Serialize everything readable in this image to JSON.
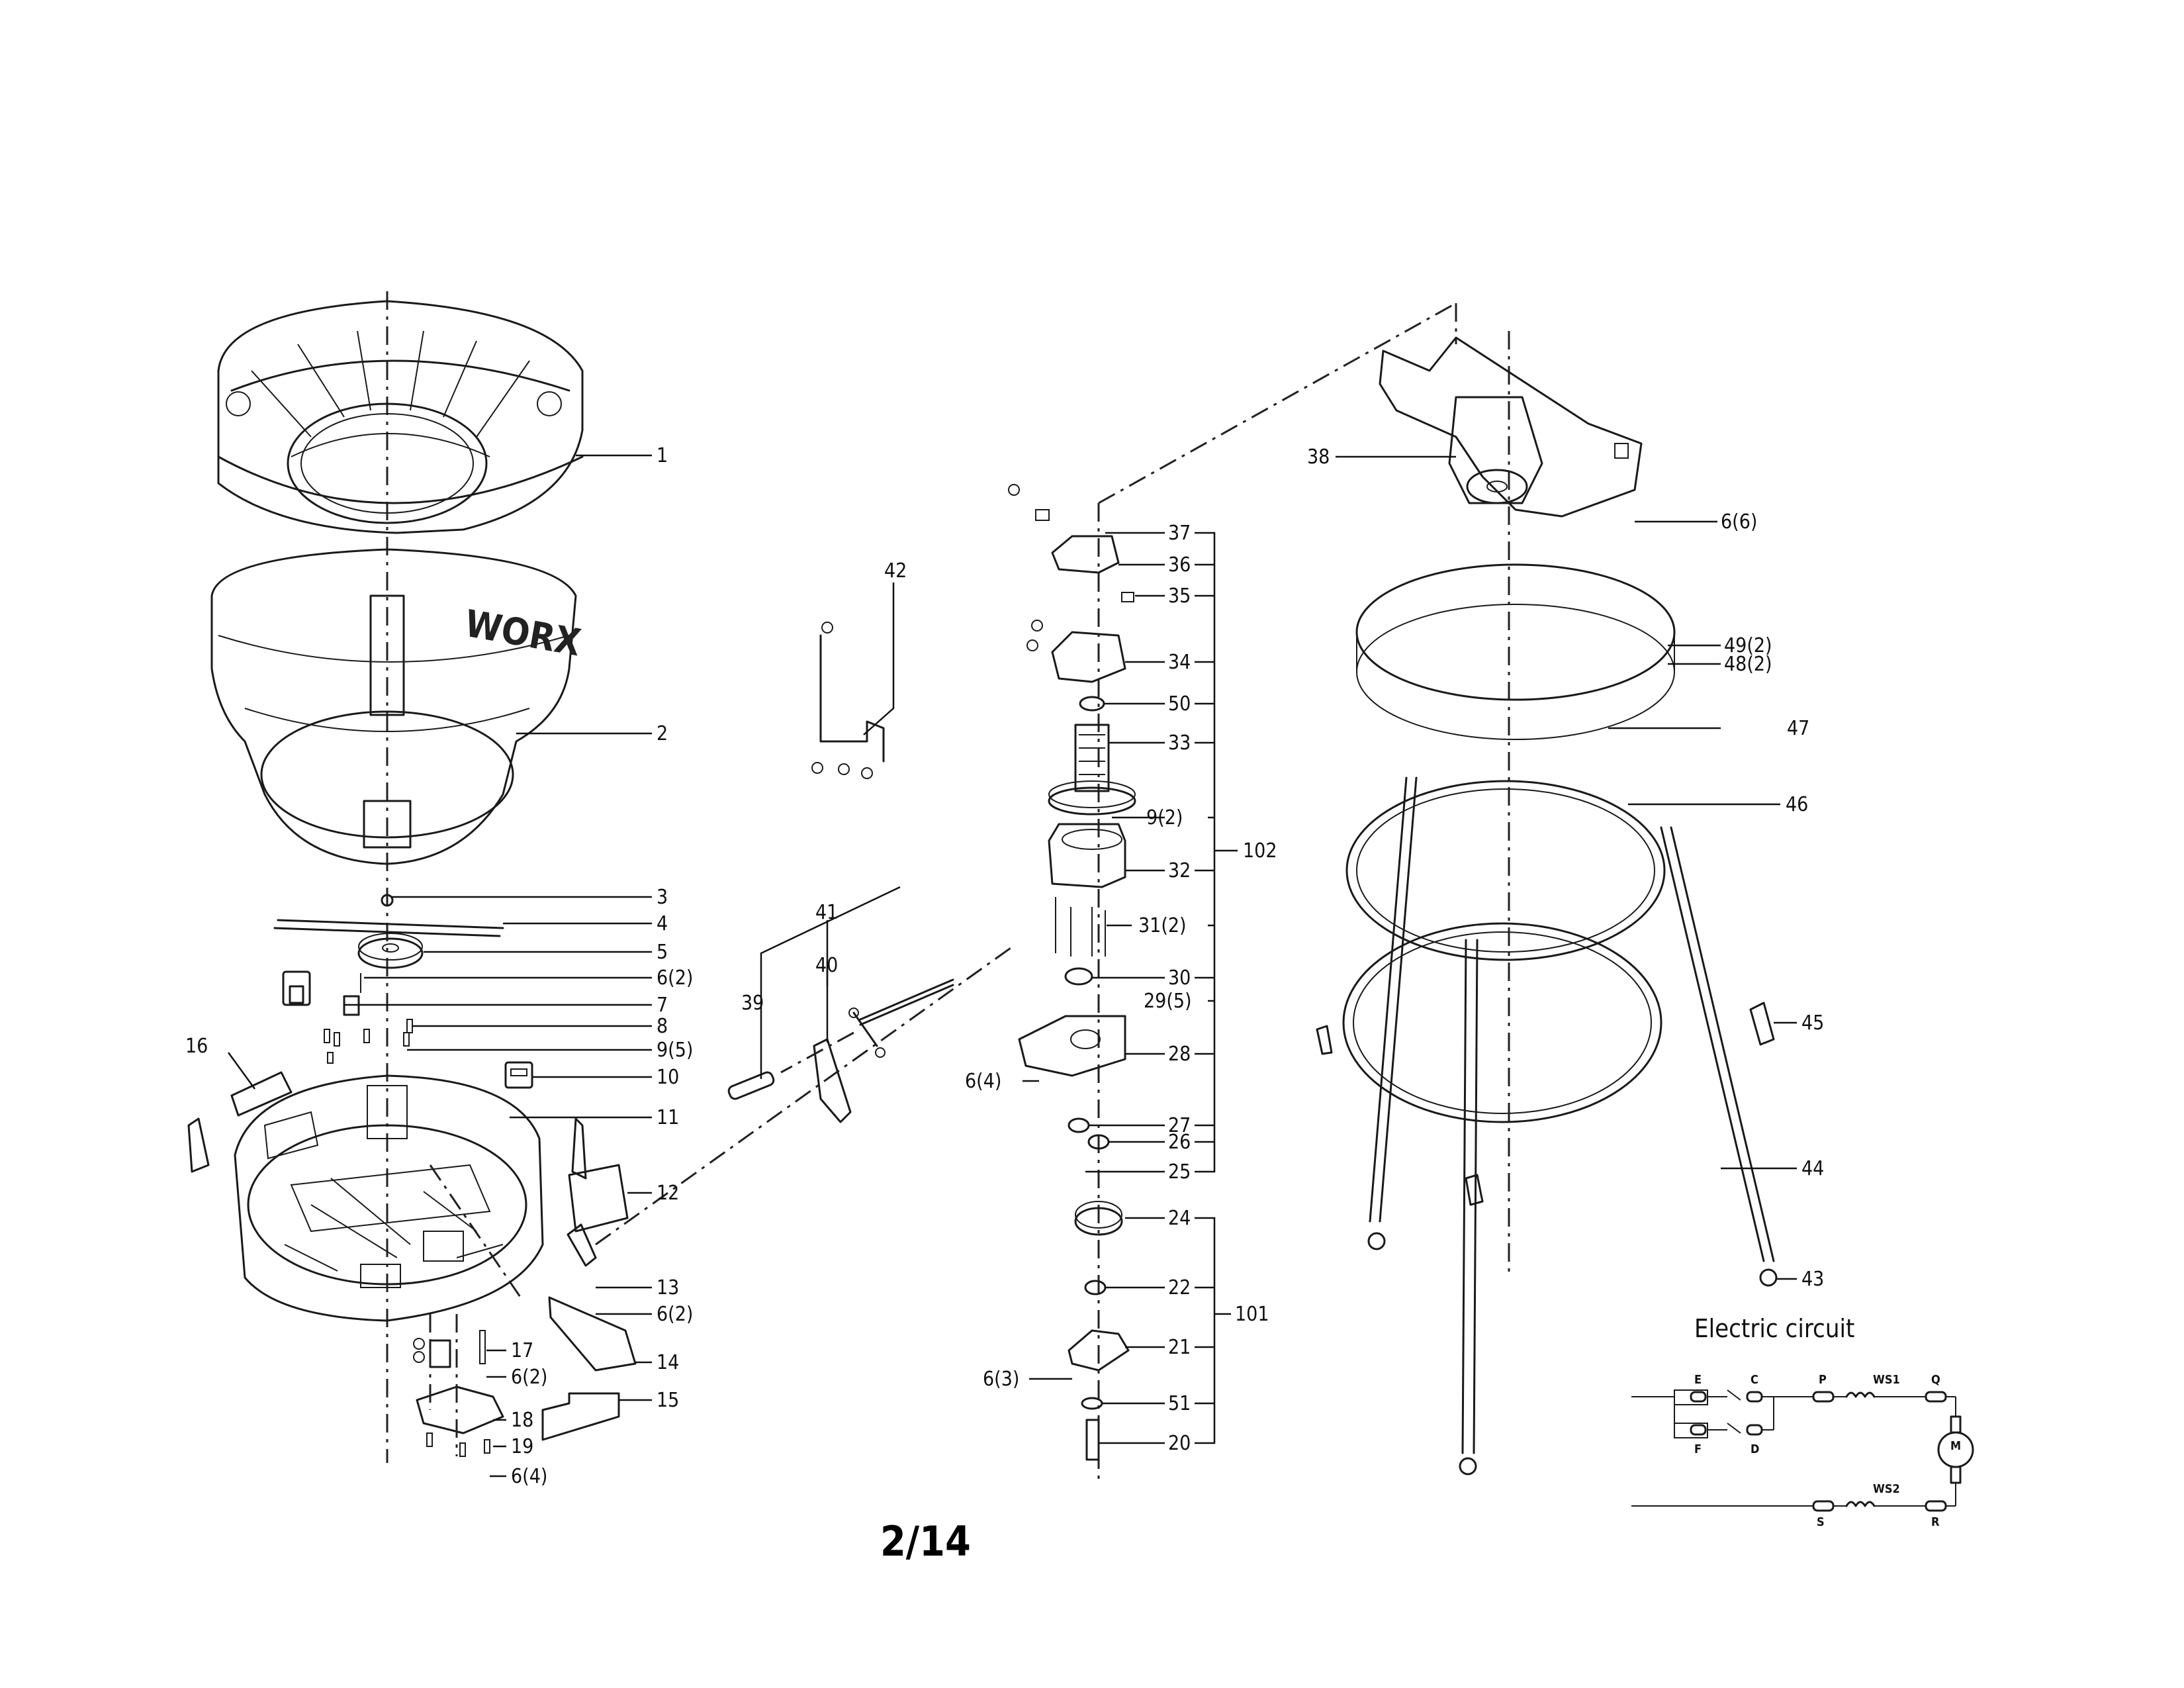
{
  "page_number": "2/14",
  "brand_mark": "WORX",
  "callouts": {
    "c1": "1",
    "c2": "2",
    "c3": "3",
    "c4": "4",
    "c5": "5",
    "c6_2a": "6(2)",
    "c7": "7",
    "c8": "8",
    "c9_5": "9(5)",
    "c10": "10",
    "c11": "11",
    "c12": "12",
    "c13": "13",
    "c6_2b": "6(2)",
    "c14": "14",
    "c15": "15",
    "c16": "16",
    "c17": "17",
    "c6_2c": "6(2)",
    "c18": "18",
    "c19": "19",
    "c6_4a": "6(4)",
    "c39": "39",
    "c40": "40",
    "c41": "41",
    "c42": "42",
    "c37": "37",
    "c36": "36",
    "c35": "35",
    "c34": "34",
    "c50": "50",
    "c33": "33",
    "c9_2": "9(2)",
    "c32": "32",
    "c31_2": "31(2)",
    "c30": "30",
    "c29_5": "29(5)",
    "c28": "28",
    "c6_4b": "6(4)",
    "c27": "27",
    "c26": "26",
    "c25": "25",
    "c102": "102",
    "c24": "24",
    "c22": "22",
    "c21": "21",
    "c6_3": "6(3)",
    "c51": "51",
    "c20": "20",
    "c101": "101",
    "c38": "38",
    "c6_6": "6(6)",
    "c49_2": "49(2)",
    "c48_2": "48(2)",
    "c47": "47",
    "c46": "46",
    "c45": "45",
    "c44": "44",
    "c43": "43"
  },
  "circuit": {
    "title": "Electric circuit",
    "E": "E",
    "C": "C",
    "P": "P",
    "WS1": "WS1",
    "Q": "Q",
    "F": "F",
    "D": "D",
    "M": "M",
    "S": "S",
    "WS2": "WS2",
    "R": "R"
  }
}
